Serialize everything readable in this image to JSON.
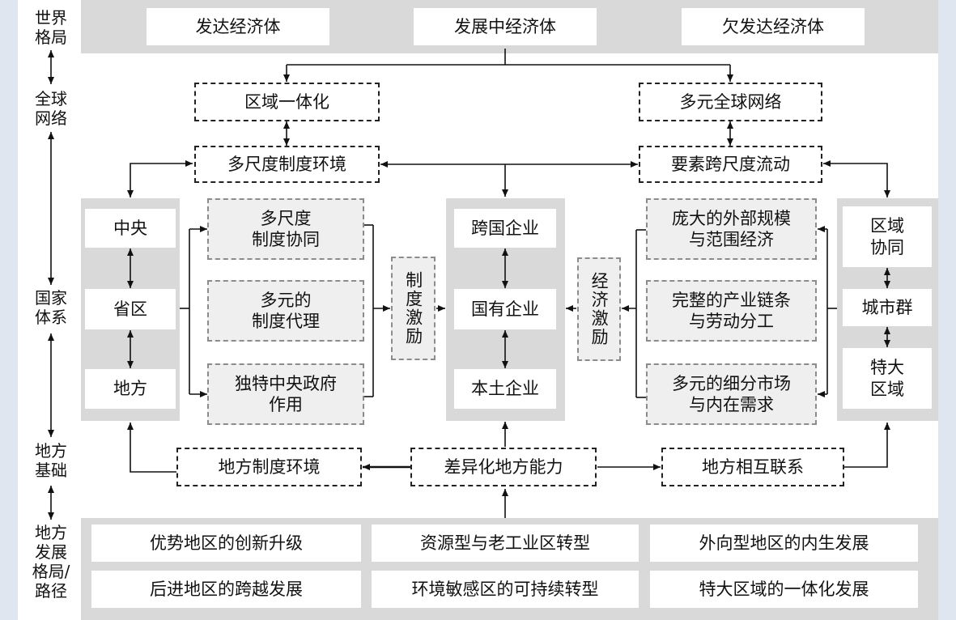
{
  "side_labels": {
    "world": "世界\n格局",
    "global": "全球\n网络",
    "national": "国家\n体系",
    "local": "地方\n基础",
    "paths": "地方\n发展\n格局/\n路径"
  },
  "world": [
    "发达经济体",
    "发展中经济体",
    "欠发达经济体"
  ],
  "global_net": {
    "regional_integration": "区域一体化",
    "multi_network": "多元全球网络",
    "institution_env": "多尺度制度环境",
    "factor_flow": "要素跨尺度流动"
  },
  "state_levels": [
    "中央",
    "省区",
    "地方"
  ],
  "institution_items": [
    "多尺度\n制度协同",
    "多元的\n制度代理",
    "独特中央政府\n作用"
  ],
  "institution_incentive": "制度激励",
  "enterprises": [
    "跨国企业",
    "国有企业",
    "本土企业"
  ],
  "economic_incentive": "经济激励",
  "economy_items": [
    "庞大的外部规模\n与范围经济",
    "完整的产业链条\n与劳动分工",
    "多元的细分市场\n与内在需求"
  ],
  "regions": [
    "区域\n协同",
    "城市群",
    "特大\n区域"
  ],
  "local_base": {
    "institution_env": "地方制度环境",
    "capability": "差异化地方能力",
    "linkage": "地方相互联系"
  },
  "paths": [
    [
      "优势地区的创新升级",
      "资源型与老工业区转型",
      "外向型地区的内生发展"
    ],
    [
      "后进地区的跨越发展",
      "环境敏感区的可持续转型",
      "特大区域的一体化发展"
    ]
  ]
}
